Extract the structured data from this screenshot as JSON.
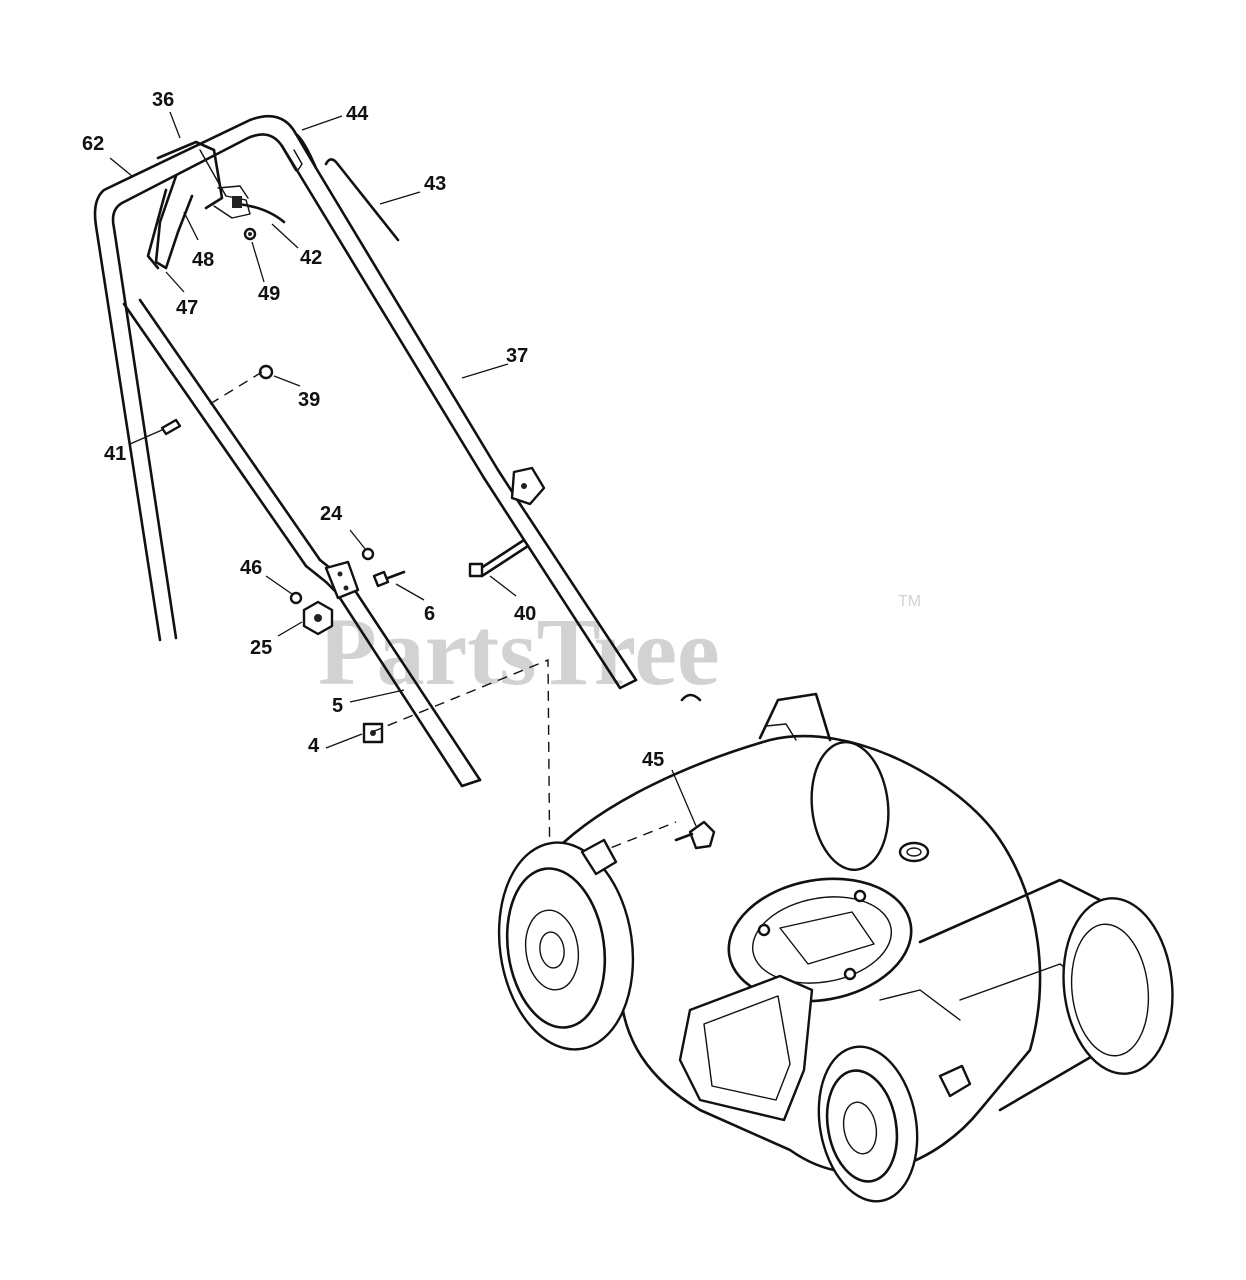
{
  "watermark": {
    "text": "PartsTree",
    "trademark": "TM"
  },
  "callouts": [
    {
      "id": "62",
      "label": "62"
    },
    {
      "id": "36",
      "label": "36"
    },
    {
      "id": "44",
      "label": "44"
    },
    {
      "id": "43",
      "label": "43"
    },
    {
      "id": "48",
      "label": "48"
    },
    {
      "id": "42",
      "label": "42"
    },
    {
      "id": "47",
      "label": "47"
    },
    {
      "id": "49",
      "label": "49"
    },
    {
      "id": "37",
      "label": "37"
    },
    {
      "id": "39",
      "label": "39"
    },
    {
      "id": "41",
      "label": "41"
    },
    {
      "id": "24",
      "label": "24"
    },
    {
      "id": "46",
      "label": "46"
    },
    {
      "id": "6",
      "label": "6"
    },
    {
      "id": "40",
      "label": "40"
    },
    {
      "id": "25",
      "label": "25"
    },
    {
      "id": "5",
      "label": "5"
    },
    {
      "id": "4",
      "label": "4"
    },
    {
      "id": "45",
      "label": "45"
    }
  ]
}
